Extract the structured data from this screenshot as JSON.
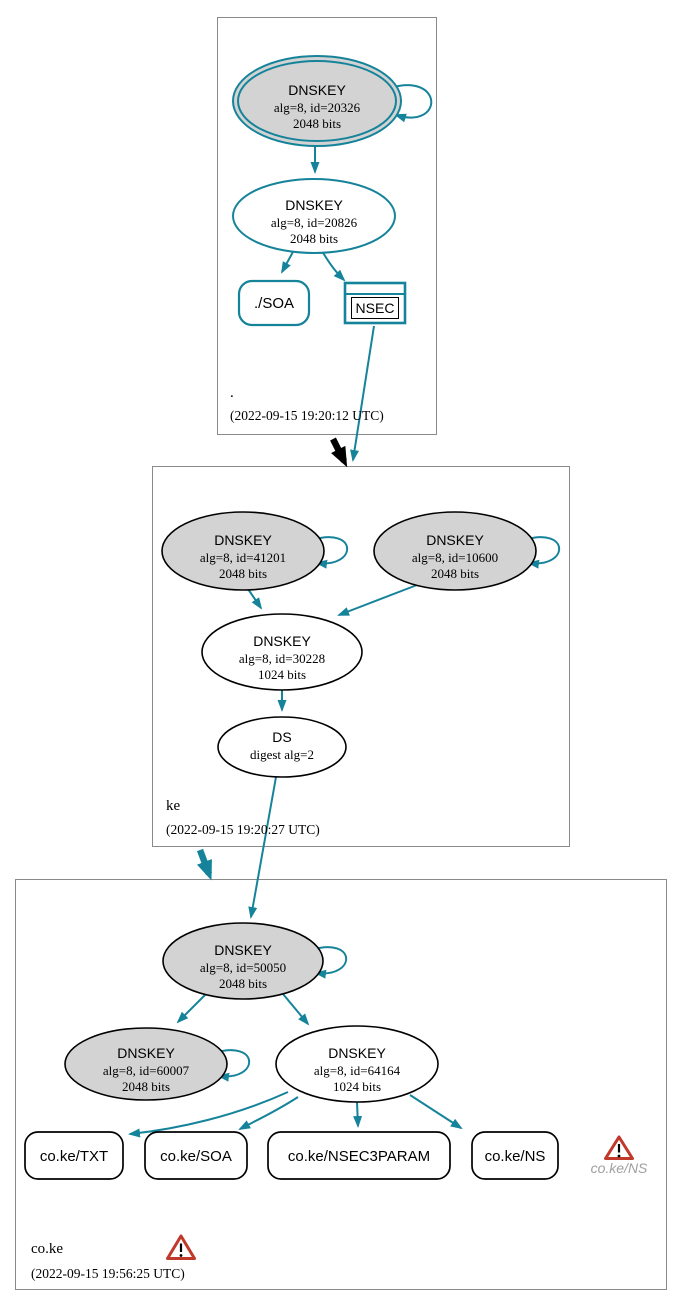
{
  "colors": {
    "teal": "#15839a",
    "gray_fill": "#d3d3d3",
    "red": "#c0392b",
    "ghost": "#9f9f9f",
    "box_border": "#8a8a8a"
  },
  "root_zone": {
    "label": ".",
    "timestamp": "(2022-09-15 19:20:12 UTC)",
    "nodes": {
      "ksk": {
        "title": "DNSKEY",
        "alg": "alg=8, id=20326",
        "bits": "2048 bits"
      },
      "zsk": {
        "title": "DNSKEY",
        "alg": "alg=8, id=20826",
        "bits": "2048 bits"
      },
      "soa": {
        "label": "./SOA"
      },
      "nsec": {
        "label": "NSEC"
      }
    }
  },
  "ke_zone": {
    "label": "ke",
    "timestamp": "(2022-09-15 19:20:27 UTC)",
    "nodes": {
      "ksk_41201": {
        "title": "DNSKEY",
        "alg": "alg=8, id=41201",
        "bits": "2048 bits"
      },
      "ksk_10600": {
        "title": "DNSKEY",
        "alg": "alg=8, id=10600",
        "bits": "2048 bits"
      },
      "zsk_30228": {
        "title": "DNSKEY",
        "alg": "alg=8, id=30228",
        "bits": "1024 bits"
      },
      "ds": {
        "title": "DS",
        "detail": "digest alg=2"
      }
    }
  },
  "coke_zone": {
    "label": "co.ke",
    "timestamp": "(2022-09-15 19:56:25 UTC)",
    "nodes": {
      "ksk_50050": {
        "title": "DNSKEY",
        "alg": "alg=8, id=50050",
        "bits": "2048 bits"
      },
      "ksk_60007": {
        "title": "DNSKEY",
        "alg": "alg=8, id=60007",
        "bits": "2048 bits"
      },
      "zsk_64164": {
        "title": "DNSKEY",
        "alg": "alg=8, id=64164",
        "bits": "1024 bits"
      },
      "txt": {
        "label": "co.ke/TXT"
      },
      "soa": {
        "label": "co.ke/SOA"
      },
      "nsec3param": {
        "label": "co.ke/NSEC3PARAM"
      },
      "ns": {
        "label": "co.ke/NS"
      },
      "ns_warning": {
        "label": "co.ke/NS"
      }
    }
  }
}
